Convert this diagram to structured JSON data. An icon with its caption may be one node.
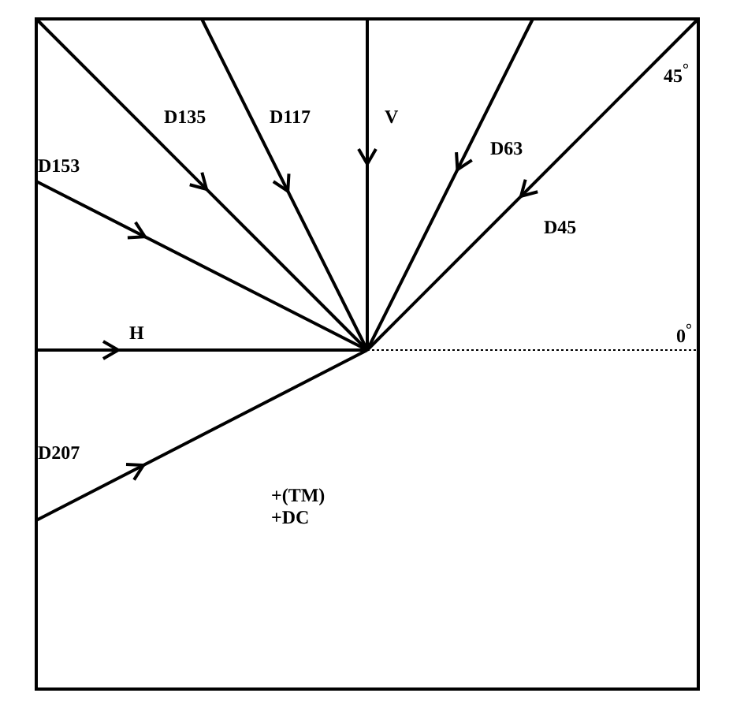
{
  "diagram": {
    "labels": [
      "D135",
      "D117",
      "V",
      "D63",
      "D153",
      "D45",
      "45$^{°}$",
      "H",
      "0$^{°}$",
      "D207",
      "+(TM)",
      "+DC"
    ]
  }
}
